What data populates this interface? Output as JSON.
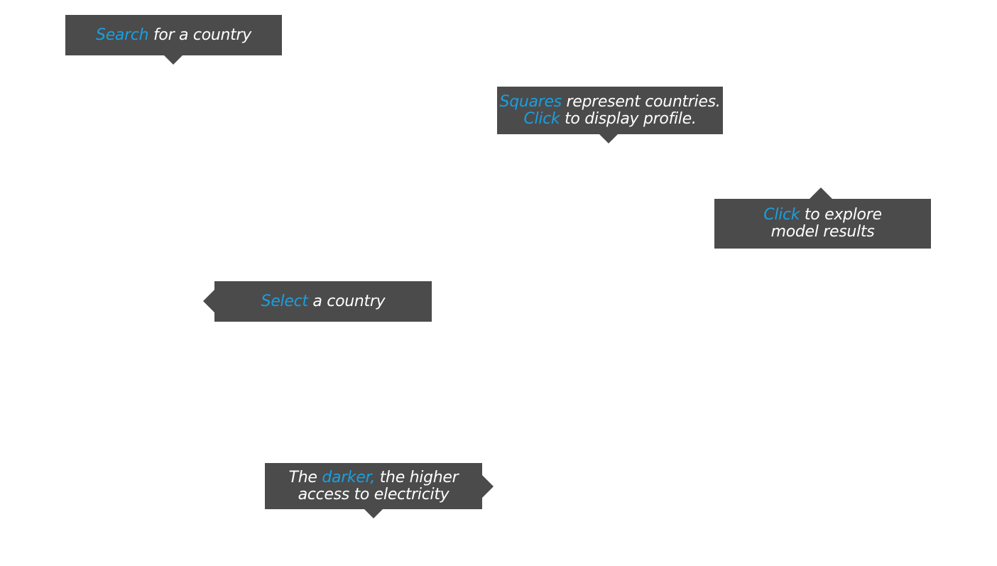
{
  "tooltips": {
    "search": {
      "highlight": "Search",
      "rest": " for a country"
    },
    "squares": {
      "line1_highlight": "Squares",
      "line1_rest": " represent countries.",
      "line2_highlight": "Click",
      "line2_rest": " to display profile."
    },
    "model": {
      "line1_highlight": "Click",
      "line1_rest": " to explore",
      "line2": "model results"
    },
    "select": {
      "highlight": "Select",
      "rest": " a country"
    },
    "darker": {
      "line1_pre": "The ",
      "line1_highlight": "darker,",
      "line1_rest": " the higher",
      "line2": "access to electricity"
    }
  },
  "colors": {
    "tooltip_background": "#4b4b4b",
    "highlight": "#1a9fe0",
    "text": "#ffffff"
  }
}
